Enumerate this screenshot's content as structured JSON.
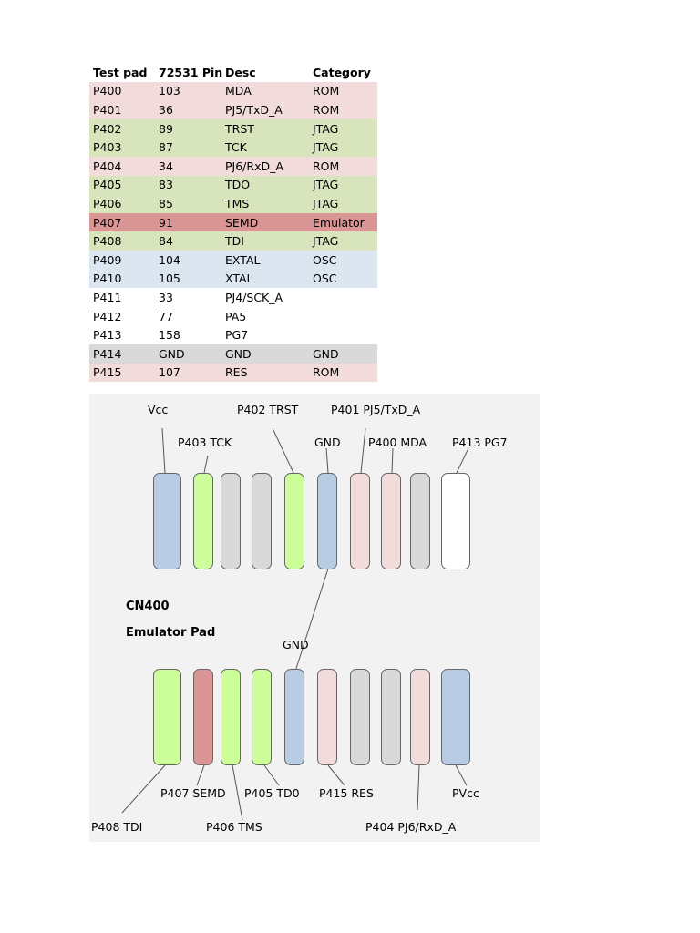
{
  "table": {
    "headers": [
      "Test pad",
      "72531 Pin",
      "Desc",
      "Category"
    ],
    "rows": [
      {
        "cells": [
          "P400",
          "103",
          "MDA",
          "ROM"
        ],
        "category": "rom"
      },
      {
        "cells": [
          "P401",
          "36",
          "PJ5/TxD_A",
          "ROM"
        ],
        "category": "rom"
      },
      {
        "cells": [
          "P402",
          "89",
          "TRST",
          "JTAG"
        ],
        "category": "jtag"
      },
      {
        "cells": [
          "P403",
          "87",
          "TCK",
          "JTAG"
        ],
        "category": "jtag"
      },
      {
        "cells": [
          "P404",
          "34",
          "PJ6/RxD_A",
          "ROM"
        ],
        "category": "rom"
      },
      {
        "cells": [
          "P405",
          "83",
          "TDO",
          "JTAG"
        ],
        "category": "jtag"
      },
      {
        "cells": [
          "P406",
          "85",
          "TMS",
          "JTAG"
        ],
        "category": "jtag"
      },
      {
        "cells": [
          "P407",
          "91",
          "SEMD",
          "Emulator"
        ],
        "category": "emulator"
      },
      {
        "cells": [
          "P408",
          "84",
          "TDI",
          "JTAG"
        ],
        "category": "jtag"
      },
      {
        "cells": [
          "P409",
          "104",
          "EXTAL",
          "OSC"
        ],
        "category": "osc"
      },
      {
        "cells": [
          "P410",
          "105",
          "XTAL",
          "OSC"
        ],
        "category": "osc"
      },
      {
        "cells": [
          "P411",
          "33",
          "PJ4/SCK_A",
          ""
        ],
        "category": "none"
      },
      {
        "cells": [
          "P412",
          "77",
          "PA5",
          ""
        ],
        "category": "none"
      },
      {
        "cells": [
          "P413",
          "158",
          "PG7",
          ""
        ],
        "category": "none"
      },
      {
        "cells": [
          "P414",
          "GND",
          "GND",
          "GND"
        ],
        "category": "gnd"
      },
      {
        "cells": [
          "P415",
          "107",
          "RES",
          "ROM"
        ],
        "category": "rom"
      }
    ]
  },
  "colors": {
    "rom": "#f2dcdb",
    "jtag": "#d7e4bc",
    "emulator": "#da9694",
    "osc": "#dce6f1",
    "gnd": "#d9d9d9",
    "none": "#ffffff",
    "pad_blue": "#b8cce4",
    "pad_green": "#ccff99",
    "pad_gray": "#d9d9d9",
    "pad_pink": "#f2dcdb",
    "pad_red": "#da9694",
    "pad_white": "#ffffff"
  },
  "diagram": {
    "title": "CN400",
    "subtitle": "Emulator Pad",
    "top_labels": [
      "Vcc",
      "P403 TCK",
      "P402 TRST",
      "GND",
      "P401 PJ5/TxD_A",
      "P400 MDA",
      "P413 PG7"
    ],
    "middle_label": "GND",
    "bottom_labels": [
      "P407 SEMD",
      "P405 TD0",
      "P415 RES",
      "PVcc",
      "P408 TDI",
      "P406 TMS",
      "P404 PJ6/RxD_A"
    ],
    "top_pads": [
      "blue",
      "green",
      "gray",
      "gray",
      "green",
      "blue",
      "pink",
      "pink",
      "gray",
      "white"
    ],
    "bottom_pads": [
      "green",
      "red",
      "green",
      "green",
      "blue",
      "pink",
      "gray",
      "gray",
      "pink",
      "blue"
    ]
  }
}
